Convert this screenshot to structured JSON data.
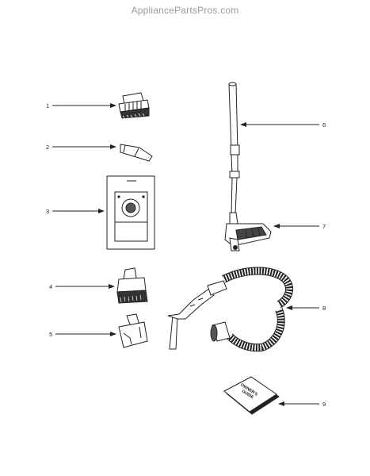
{
  "watermark": "AppliancePartsPros.com",
  "callouts": [
    {
      "number": "1",
      "part": "crevice-upholstery-nozzle"
    },
    {
      "number": "2",
      "part": "crevice-tool"
    },
    {
      "number": "3",
      "part": "vacuum-bag"
    },
    {
      "number": "4",
      "part": "dusting-brush"
    },
    {
      "number": "5",
      "part": "upholstery-tool"
    },
    {
      "number": "6",
      "part": "wand"
    },
    {
      "number": "7",
      "part": "floor-nozzle"
    },
    {
      "number": "8",
      "part": "hose"
    },
    {
      "number": "9",
      "part": "owners-guide"
    }
  ],
  "owners_guide": {
    "line1": "OWNER'S",
    "line2": "GUIDE"
  },
  "line_color": "#222222"
}
